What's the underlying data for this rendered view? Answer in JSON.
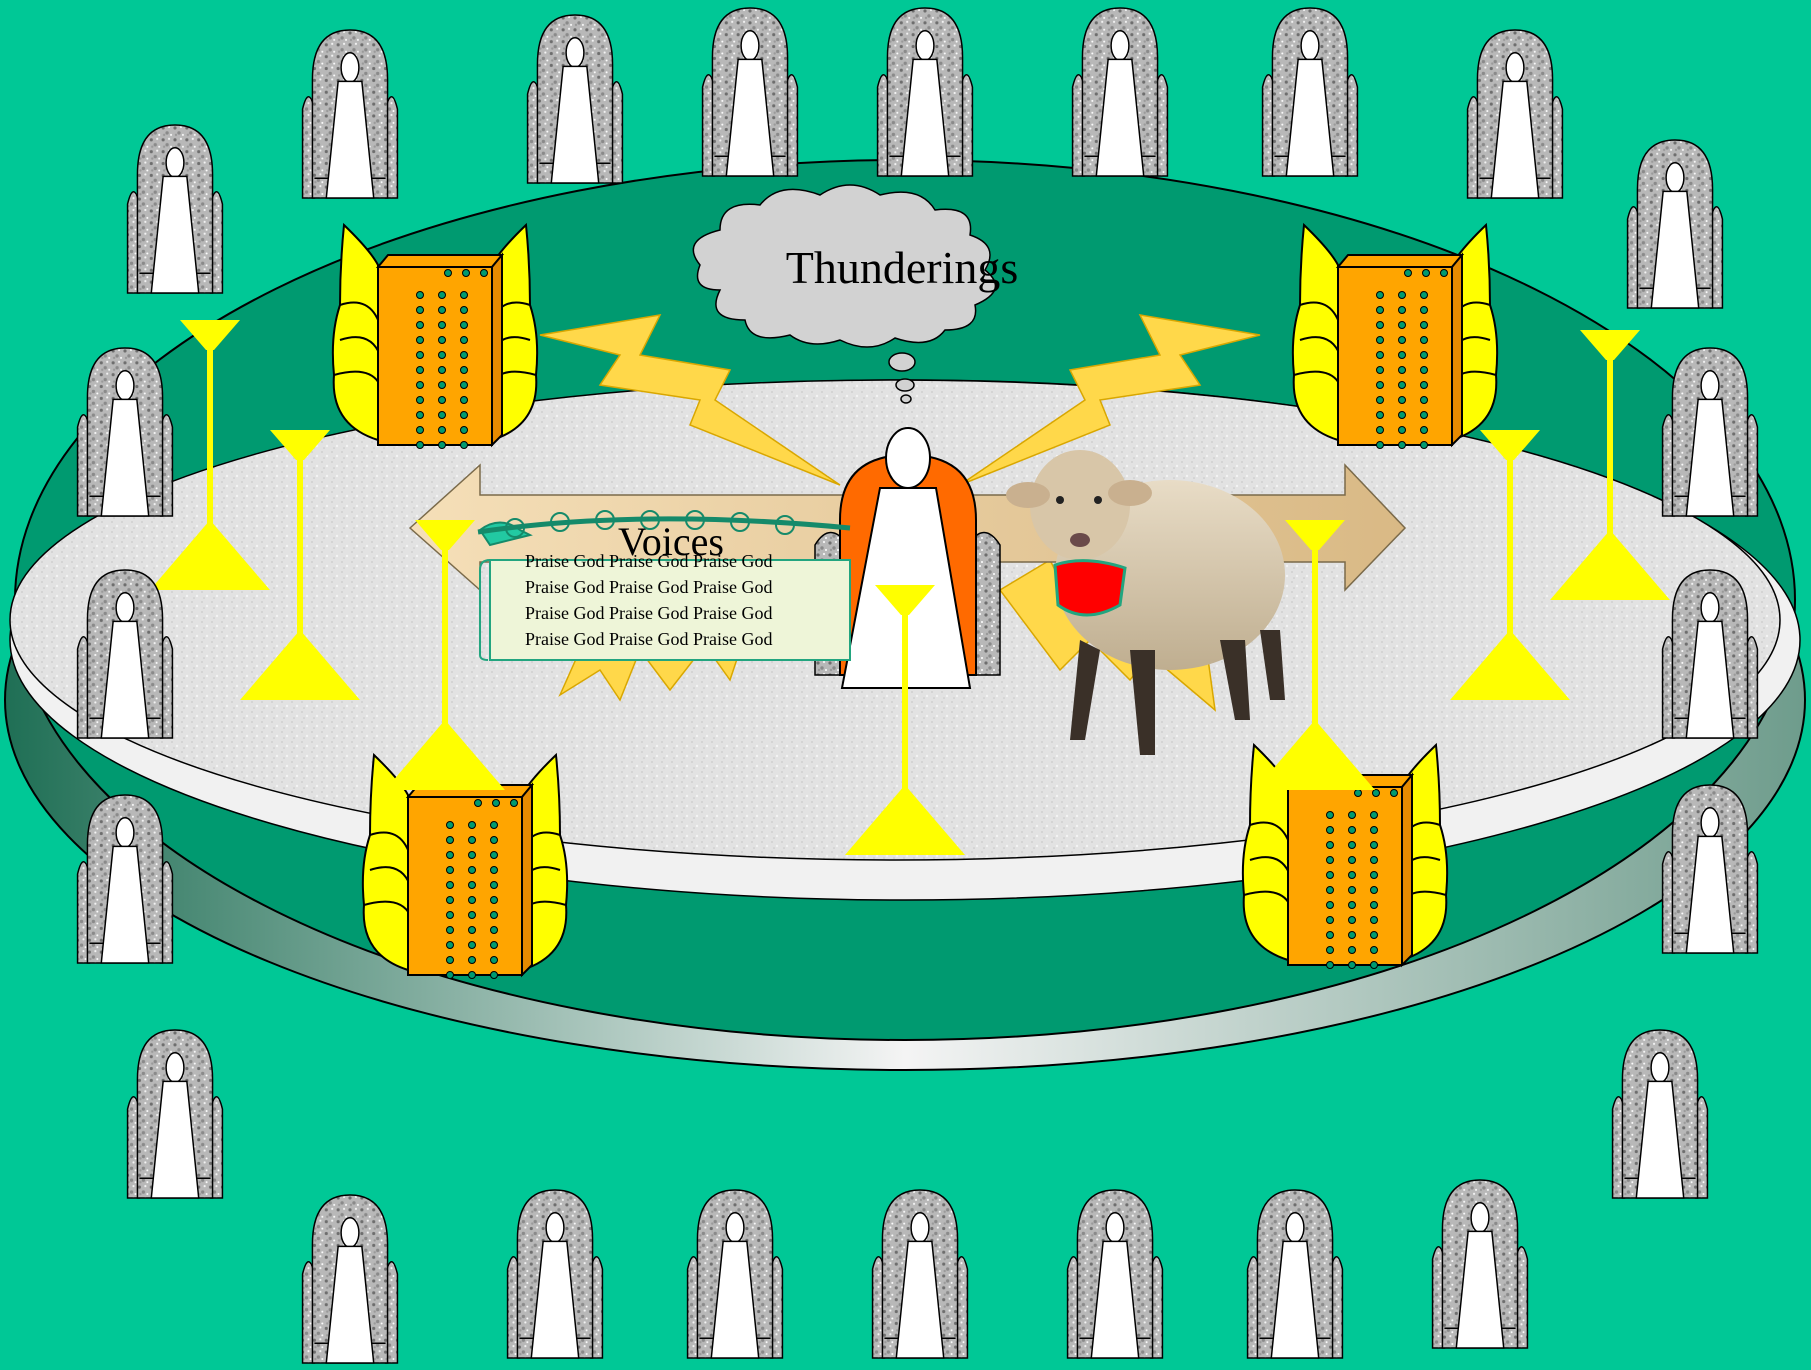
{
  "scene": {
    "cloud_label": "Thunderings",
    "arrow_label": "Voices",
    "scroll_lines": [
      "Praise God Praise God Praise God",
      "Praise God Praise God Praise God",
      "Praise God Praise God Praise God",
      "Praise God Praise God Praise God"
    ],
    "elders_count": 24,
    "lampstands_count": 7,
    "living_creatures_count": 4
  },
  "colors": {
    "background": "#00c896",
    "platform": "#009a70",
    "floor": "#e4e4e4",
    "lightning": "#ffd84a",
    "lampstand": "#ffff00",
    "creature_wing": "#ffff00",
    "creature_body": "#ffa500",
    "throne": "#ff6a00",
    "cloud": "#d2d2d2",
    "scroll": "#eef5d8",
    "seal": "#22c9a2",
    "lamb_bib": "#ff0000"
  },
  "icons": [
    "elder-throne-icon",
    "lampstand-icon",
    "living-creature-icon",
    "lightning-bolt-icon",
    "lamb-icon",
    "scroll-icon",
    "cloud-icon"
  ]
}
